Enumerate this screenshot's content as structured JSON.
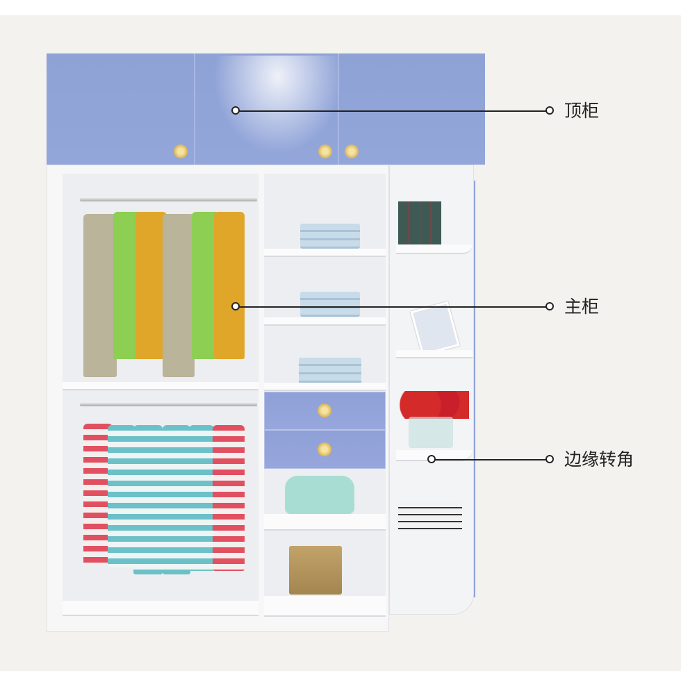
{
  "annotations": [
    {
      "label": "顶柜"
    },
    {
      "label": "主柜"
    },
    {
      "label": "边缘转角"
    }
  ],
  "colors": {
    "background": "#f4f2ee",
    "cabinet_blue": "#8ea2d6",
    "cabinet_white": "#f7f7f8",
    "handle_gold": "#e3c56e",
    "annotation_line": "#222222"
  }
}
